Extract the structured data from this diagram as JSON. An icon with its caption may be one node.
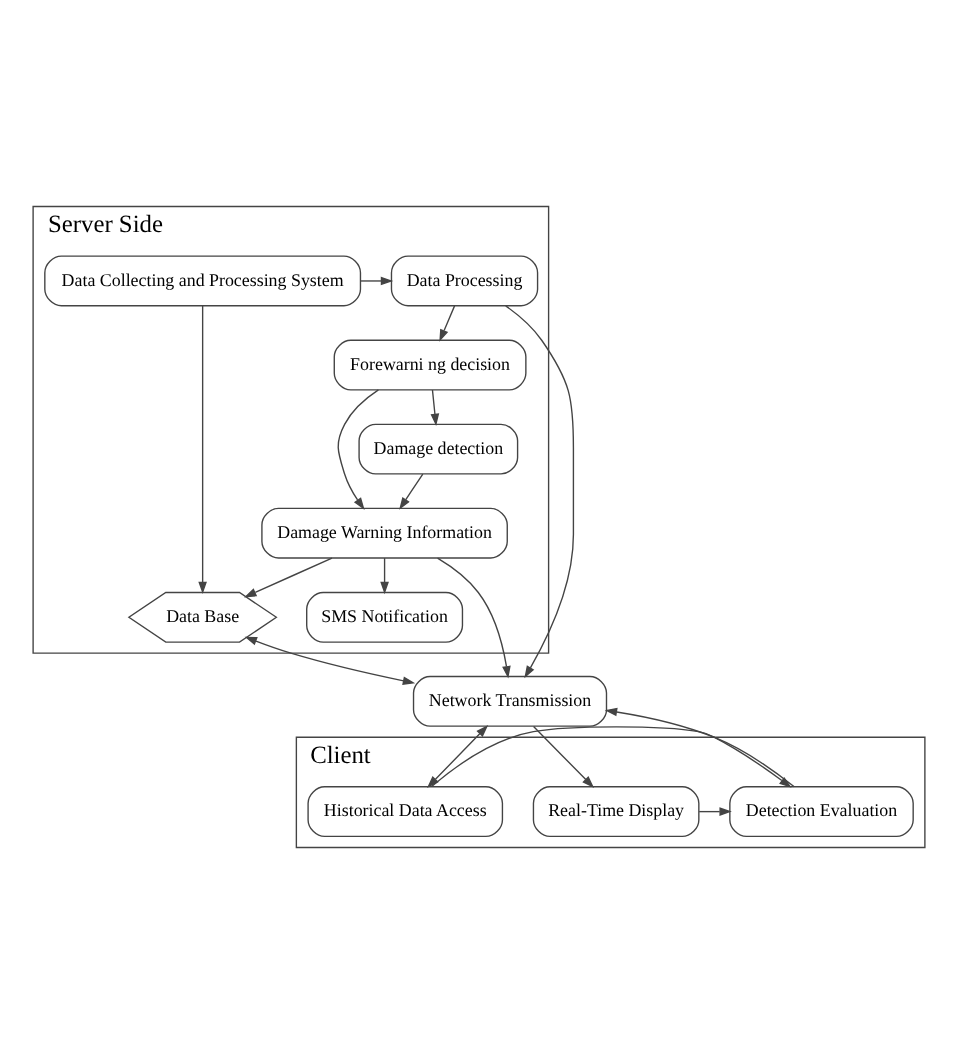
{
  "diagram": {
    "nodes": [
      {
        "text": [
          "Server Side"
        ]
      },
      {
        "text": [
          "Data Collecting and Processing System"
        ],
        "in": 0
      },
      {
        "text": [
          "Data Processing"
        ],
        "in": 0
      },
      {
        "text": [
          "Forewarni ng decision"
        ],
        "in": 0
      },
      {
        "text": [
          "Damage detection"
        ],
        "in": 0
      },
      {
        "text": [
          "Data Base"
        ],
        "in": 0
      },
      {
        "text": [
          "Damage Warning Information"
        ],
        "in": 0
      },
      {
        "text": [
          "SMS Notification"
        ],
        "in": 0
      },
      {
        "text": [
          "Network Transmission"
        ]
      },
      {
        "text": [
          "Client"
        ]
      },
      {
        "text": [
          "Real-Time Display"
        ],
        "in": 9
      },
      {
        "text": [
          "Detection Evaluation"
        ],
        "in": 9
      },
      {
        "text": [
          "Historical Data Access"
        ],
        "in": 9
      }
    ],
    "edges": [
      {
        "from": 1,
        "to": 2,
        "arrow": "to"
      },
      {
        "from": 1,
        "to": 5,
        "arrow": "to"
      },
      {
        "from": 2,
        "to": 3,
        "arrow": "to"
      },
      {
        "from": 3,
        "to": 4,
        "arrow": "to"
      },
      {
        "from": 3,
        "to": 6,
        "arrow": "to"
      },
      {
        "from": 4,
        "to": 6,
        "arrow": "to"
      },
      {
        "from": 6,
        "to": 5,
        "arrow": "to"
      },
      {
        "from": 6,
        "to": 7,
        "arrow": "to"
      },
      {
        "from": 5,
        "to": 8,
        "arrow": "both"
      },
      {
        "from": 2,
        "to": 8,
        "arrow": "to"
      },
      {
        "from": 6,
        "to": 8,
        "arrow": "to"
      },
      {
        "from": 8,
        "to": 10,
        "arrow": "to"
      },
      {
        "from": 8,
        "to": 12,
        "arrow": "both"
      },
      {
        "from": 10,
        "to": 11,
        "arrow": "to"
      },
      {
        "from": 12,
        "to": 11,
        "arrow": "to"
      },
      {
        "from": 11,
        "to": 8,
        "arrow": "to"
      }
    ]
  }
}
